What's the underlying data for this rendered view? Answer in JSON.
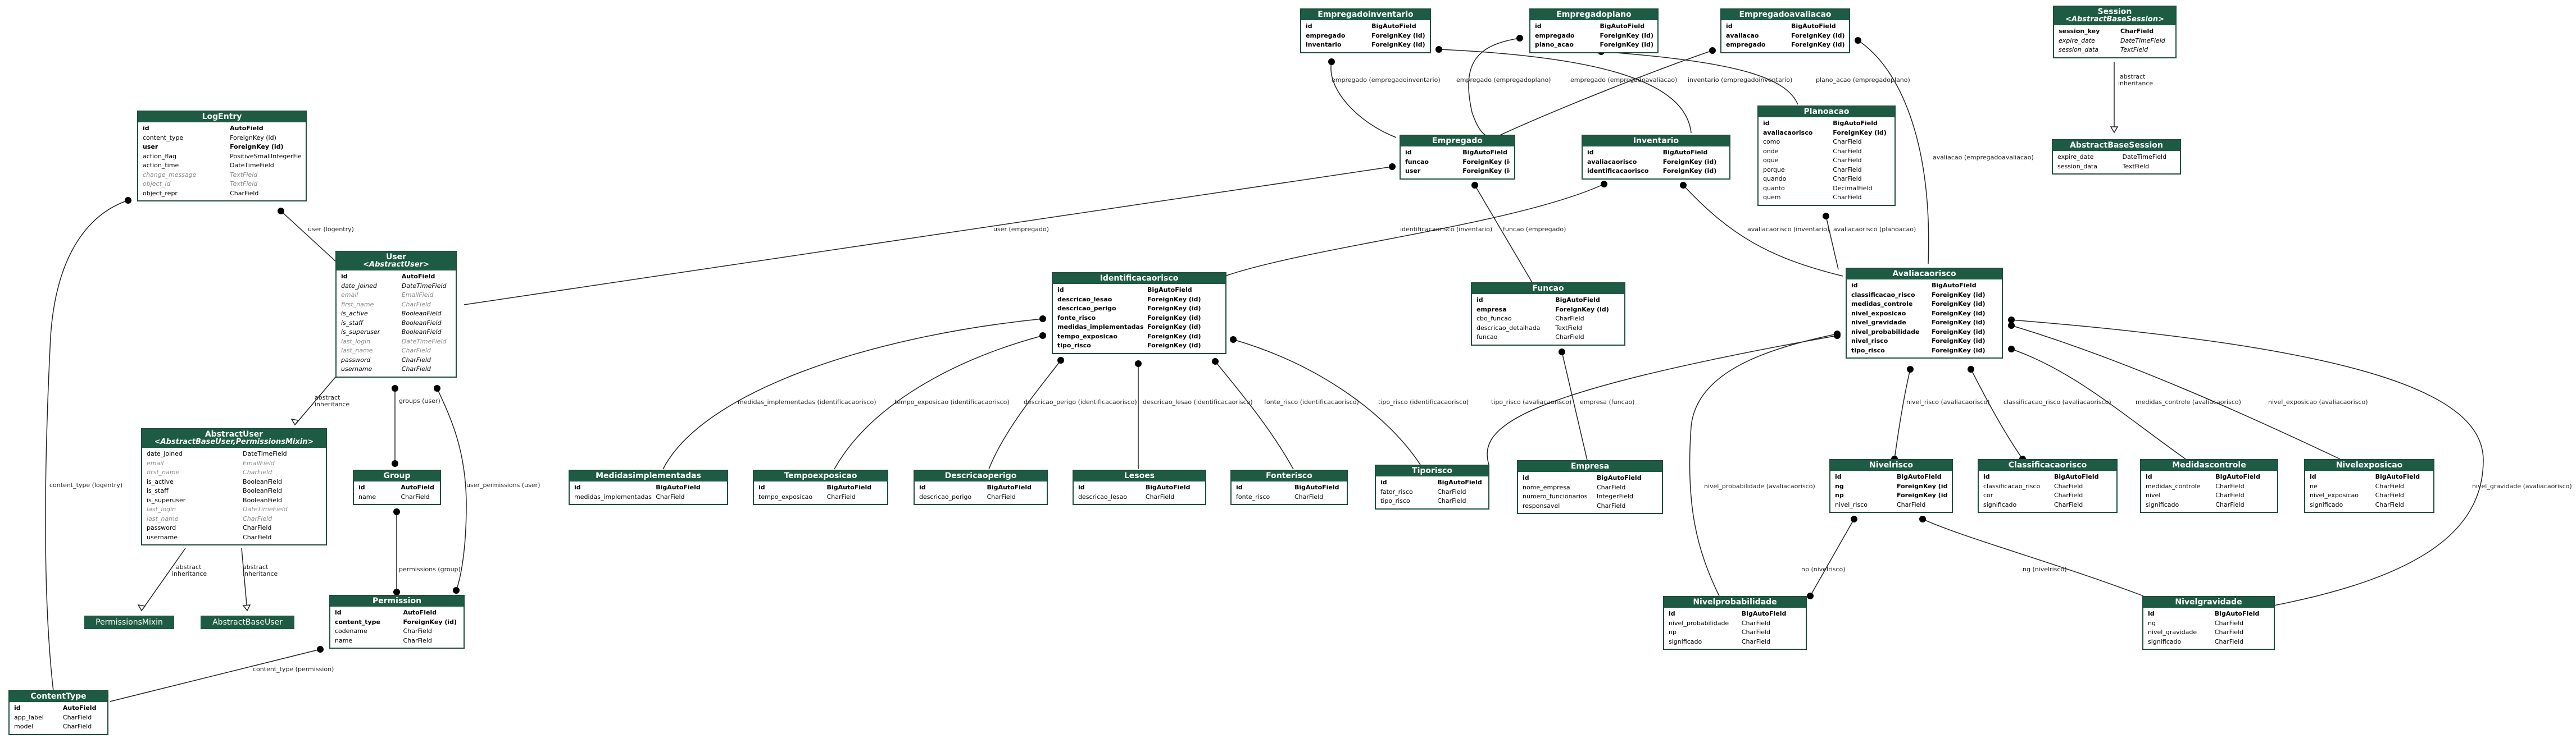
{
  "colors": {
    "header": "#1e5b44",
    "border": "#1e4e3c",
    "edge": "#222222"
  },
  "entities": {
    "logentry": {
      "title": "LogEntry",
      "fields": [
        [
          "id",
          "AutoField",
          "b"
        ],
        [
          "content_type",
          "ForeignKey (id)",
          ""
        ],
        [
          "user",
          "ForeignKey (id)",
          "b"
        ],
        [
          "action_flag",
          "PositiveSmallIntegerField",
          ""
        ],
        [
          "action_time",
          "DateTimeField",
          ""
        ],
        [
          "change_message",
          "TextField",
          "g"
        ],
        [
          "object_id",
          "TextField",
          "g"
        ],
        [
          "object_repr",
          "CharField",
          ""
        ]
      ]
    },
    "user": {
      "title": "User",
      "subtitle": "<AbstractUser>",
      "fields": [
        [
          "id",
          "AutoField",
          "b"
        ],
        [
          "date_joined",
          "DateTimeField",
          "i"
        ],
        [
          "email",
          "EmailField",
          "g"
        ],
        [
          "first_name",
          "CharField",
          "g"
        ],
        [
          "is_active",
          "BooleanField",
          "i"
        ],
        [
          "is_staff",
          "BooleanField",
          "i"
        ],
        [
          "is_superuser",
          "BooleanField",
          "i"
        ],
        [
          "last_login",
          "DateTimeField",
          "g"
        ],
        [
          "last_name",
          "CharField",
          "g"
        ],
        [
          "password",
          "CharField",
          "i"
        ],
        [
          "username",
          "CharField",
          "i"
        ]
      ]
    },
    "abstractuser": {
      "title": "AbstractUser",
      "subtitle": "<AbstractBaseUser,PermissionsMixin>",
      "fields": [
        [
          "date_joined",
          "DateTimeField",
          ""
        ],
        [
          "email",
          "EmailField",
          "g"
        ],
        [
          "first_name",
          "CharField",
          "g"
        ],
        [
          "is_active",
          "BooleanField",
          ""
        ],
        [
          "is_staff",
          "BooleanField",
          ""
        ],
        [
          "is_superuser",
          "BooleanField",
          ""
        ],
        [
          "last_login",
          "DateTimeField",
          "g"
        ],
        [
          "last_name",
          "CharField",
          "g"
        ],
        [
          "password",
          "CharField",
          ""
        ],
        [
          "username",
          "CharField",
          ""
        ]
      ]
    },
    "group": {
      "title": "Group",
      "fields": [
        [
          "id",
          "AutoField",
          "b"
        ],
        [
          "name",
          "CharField",
          ""
        ]
      ]
    },
    "permission": {
      "title": "Permission",
      "fields": [
        [
          "id",
          "AutoField",
          "b"
        ],
        [
          "content_type",
          "ForeignKey (id)",
          "b"
        ],
        [
          "codename",
          "CharField",
          ""
        ],
        [
          "name",
          "CharField",
          ""
        ]
      ]
    },
    "contenttype": {
      "title": "ContentType",
      "fields": [
        [
          "id",
          "AutoField",
          "b"
        ],
        [
          "app_label",
          "CharField",
          ""
        ],
        [
          "model",
          "CharField",
          ""
        ]
      ]
    },
    "empregadoinventario": {
      "title": "Empregadoinventario",
      "fields": [
        [
          "id",
          "BigAutoField",
          "b"
        ],
        [
          "empregado",
          "ForeignKey (id)",
          "b"
        ],
        [
          "inventario",
          "ForeignKey (id)",
          "b"
        ]
      ]
    },
    "empregadoplano": {
      "title": "Empregadoplano",
      "fields": [
        [
          "id",
          "BigAutoField",
          "b"
        ],
        [
          "empregado",
          "ForeignKey (id)",
          "b"
        ],
        [
          "plano_acao",
          "ForeignKey (id)",
          "b"
        ]
      ]
    },
    "empregadoavaliacao": {
      "title": "Empregadoavaliacao",
      "fields": [
        [
          "id",
          "BigAutoField",
          "b"
        ],
        [
          "avaliacao",
          "ForeignKey (id)",
          "b"
        ],
        [
          "empregado",
          "ForeignKey (id)",
          "b"
        ]
      ]
    },
    "session": {
      "title": "Session",
      "subtitle": "<AbstractBaseSession>",
      "fields": [
        [
          "session_key",
          "CharField",
          "b"
        ],
        [
          "expire_date",
          "DateTimeField",
          "i"
        ],
        [
          "session_data",
          "TextField",
          "i"
        ]
      ]
    },
    "abstractbasesession": {
      "title": "AbstractBaseSession",
      "fields": [
        [
          "expire_date",
          "DateTimeField",
          ""
        ],
        [
          "session_data",
          "TextField",
          ""
        ]
      ]
    },
    "empregado": {
      "title": "Empregado",
      "fields": [
        [
          "id",
          "BigAutoField",
          "b"
        ],
        [
          "funcao",
          "ForeignKey (id)",
          "b"
        ],
        [
          "user",
          "ForeignKey (id)",
          "b"
        ]
      ]
    },
    "inventario": {
      "title": "Inventario",
      "fields": [
        [
          "id",
          "BigAutoField",
          "b"
        ],
        [
          "avaliacaorisco",
          "ForeignKey (id)",
          "b"
        ],
        [
          "identificacaorisco",
          "ForeignKey (id)",
          "b"
        ]
      ]
    },
    "planoacao": {
      "title": "Planoacao",
      "fields": [
        [
          "id",
          "BigAutoField",
          "b"
        ],
        [
          "avaliacaorisco",
          "ForeignKey (id)",
          "b"
        ],
        [
          "como",
          "CharField",
          ""
        ],
        [
          "onde",
          "CharField",
          ""
        ],
        [
          "oque",
          "CharField",
          ""
        ],
        [
          "porque",
          "CharField",
          ""
        ],
        [
          "quando",
          "CharField",
          ""
        ],
        [
          "quanto",
          "DecimalField",
          ""
        ],
        [
          "quem",
          "CharField",
          ""
        ]
      ]
    },
    "identificacaorisco": {
      "title": "Identificacaorisco",
      "fields": [
        [
          "id",
          "BigAutoField",
          "b"
        ],
        [
          "descricao_lesao",
          "ForeignKey (id)",
          "b"
        ],
        [
          "descricao_perigo",
          "ForeignKey (id)",
          "b"
        ],
        [
          "fonte_risco",
          "ForeignKey (id)",
          "b"
        ],
        [
          "medidas_implementadas",
          "ForeignKey (id)",
          "b"
        ],
        [
          "tempo_exposicao",
          "ForeignKey (id)",
          "b"
        ],
        [
          "tipo_risco",
          "ForeignKey (id)",
          "b"
        ]
      ]
    },
    "funcao": {
      "title": "Funcao",
      "fields": [
        [
          "id",
          "BigAutoField",
          "b"
        ],
        [
          "empresa",
          "ForeignKey (id)",
          "b"
        ],
        [
          "cbo_funcao",
          "CharField",
          ""
        ],
        [
          "descricao_detalhada",
          "TextField",
          ""
        ],
        [
          "funcao",
          "CharField",
          ""
        ]
      ]
    },
    "avaliacaorisco": {
      "title": "Avaliacaorisco",
      "fields": [
        [
          "id",
          "BigAutoField",
          "b"
        ],
        [
          "classificacao_risco",
          "ForeignKey (id)",
          "b"
        ],
        [
          "medidas_controle",
          "ForeignKey (id)",
          "b"
        ],
        [
          "nivel_exposicao",
          "ForeignKey (id)",
          "b"
        ],
        [
          "nivel_gravidade",
          "ForeignKey (id)",
          "b"
        ],
        [
          "nivel_probabilidade",
          "ForeignKey (id)",
          "b"
        ],
        [
          "nivel_risco",
          "ForeignKey (id)",
          "b"
        ],
        [
          "tipo_risco",
          "ForeignKey (id)",
          "b"
        ]
      ]
    },
    "medidasimplementadas": {
      "title": "Medidasimplementadas",
      "fields": [
        [
          "id",
          "BigAutoField",
          "b"
        ],
        [
          "medidas_implementadas",
          "CharField",
          ""
        ]
      ]
    },
    "tempoexposicao": {
      "title": "Tempoexposicao",
      "fields": [
        [
          "id",
          "BigAutoField",
          "b"
        ],
        [
          "tempo_exposicao",
          "CharField",
          ""
        ]
      ]
    },
    "descricaoperigo": {
      "title": "Descricaoperigo",
      "fields": [
        [
          "id",
          "BigAutoField",
          "b"
        ],
        [
          "descricao_perigo",
          "CharField",
          ""
        ]
      ]
    },
    "lesoes": {
      "title": "Lesoes",
      "fields": [
        [
          "id",
          "BigAutoField",
          "b"
        ],
        [
          "descricao_lesao",
          "CharField",
          ""
        ]
      ]
    },
    "fonterisco": {
      "title": "Fonterisco",
      "fields": [
        [
          "id",
          "BigAutoField",
          "b"
        ],
        [
          "fonte_risco",
          "CharField",
          ""
        ]
      ]
    },
    "tiporisco": {
      "title": "Tiporisco",
      "fields": [
        [
          "id",
          "BigAutoField",
          "b"
        ],
        [
          "fator_risco",
          "CharField",
          ""
        ],
        [
          "tipo_risco",
          "CharField",
          ""
        ]
      ]
    },
    "empresa": {
      "title": "Empresa",
      "fields": [
        [
          "id",
          "BigAutoField",
          "b"
        ],
        [
          "nome_empresa",
          "CharField",
          ""
        ],
        [
          "numero_funcionarios",
          "IntegerField",
          ""
        ],
        [
          "responsavel",
          "CharField",
          ""
        ]
      ]
    },
    "nivelrisco": {
      "title": "Nivelrisco",
      "fields": [
        [
          "id",
          "BigAutoField",
          "b"
        ],
        [
          "ng",
          "ForeignKey (id)",
          "b"
        ],
        [
          "np",
          "ForeignKey (id)",
          "b"
        ],
        [
          "nivel_risco",
          "CharField",
          ""
        ]
      ]
    },
    "classificacaorisco": {
      "title": "Classificacaorisco",
      "fields": [
        [
          "id",
          "BigAutoField",
          "b"
        ],
        [
          "classificacao_risco",
          "CharField",
          ""
        ],
        [
          "cor",
          "CharField",
          ""
        ],
        [
          "significado",
          "CharField",
          ""
        ]
      ]
    },
    "medidascontrole": {
      "title": "Medidascontrole",
      "fields": [
        [
          "id",
          "BigAutoField",
          "b"
        ],
        [
          "medidas_controle",
          "CharField",
          ""
        ],
        [
          "nivel",
          "CharField",
          ""
        ],
        [
          "significado",
          "CharField",
          ""
        ]
      ]
    },
    "nivelexposicao": {
      "title": "Nivelexposicao",
      "fields": [
        [
          "id",
          "BigAutoField",
          "b"
        ],
        [
          "ne",
          "CharField",
          ""
        ],
        [
          "nivel_exposicao",
          "CharField",
          ""
        ],
        [
          "significado",
          "CharField",
          ""
        ]
      ]
    },
    "nivelprobabilidade": {
      "title": "Nivelprobabilidade",
      "fields": [
        [
          "id",
          "BigAutoField",
          "b"
        ],
        [
          "nivel_probabilidade",
          "CharField",
          ""
        ],
        [
          "np",
          "CharField",
          ""
        ],
        [
          "significado",
          "CharField",
          ""
        ]
      ]
    },
    "nivelgravidade": {
      "title": "Nivelgravidade",
      "fields": [
        [
          "id",
          "BigAutoField",
          "b"
        ],
        [
          "ng",
          "CharField",
          ""
        ],
        [
          "nivel_gravidade",
          "CharField",
          ""
        ],
        [
          "significado",
          "CharField",
          ""
        ]
      ]
    }
  },
  "mixins": {
    "permissionsmixin": "PermissionsMixin",
    "abstractbaseuser": "AbstractBaseUser"
  },
  "edge_labels": {
    "user_logentry": "user (logentry)",
    "content_type_logentry": "content_type (logentry)",
    "user_empregado": "user (empregado)",
    "groups_user": "groups (user)",
    "user_permissions_user": "user_permissions (user)",
    "permissions_group": "permissions (group)",
    "content_type_permission": "content_type (permission)",
    "abstract_inheritance": "abstract\ninheritance",
    "empregado_empregadoinventario": "empregado (empregadoinventario)",
    "empregado_empregadoplano": "empregado (empregadoplano)",
    "empregado_empregadoavaliacao": "empregado (empregadoavaliacao)",
    "inventario_empregadoinventario": "inventario (empregadoinventario)",
    "plano_acao_empregadoplano": "plano_acao (empregadoplano)",
    "avaliacao_empregadoavaliacao": "avaliacao (empregadoavaliacao)",
    "identificacaorisco_inventario": "identificacaorisco (inventario)",
    "funcao_empregado": "funcao (empregado)",
    "avaliacaorisco_inventario": "avaliacaorisco (inventario)",
    "avaliacaorisco_planoacao": "avaliacaorisco (planoacao)",
    "medidas_implementadas_identificacaorisco": "medidas_implementadas (identificacaorisco)",
    "tempo_exposicao_identificacaorisco": "tempo_exposicao (identificacaorisco)",
    "descricao_perigo_identificacaorisco": "descricao_perigo (identificacaorisco)",
    "descricao_lesao_identificacaorisco": "descricao_lesao (identificacaorisco)",
    "fonte_risco_identificacaorisco": "fonte_risco (identificacaorisco)",
    "tipo_risco_identificacaorisco": "tipo_risco (identificacaorisco)",
    "tipo_risco_avaliacaorisco": "tipo_risco (avaliacaorisco)",
    "empresa_funcao": "empresa (funcao)",
    "nivel_risco_avaliacaorisco": "nivel_risco (avaliacaorisco)",
    "classificacao_risco_avaliacaorisco": "classificacao_risco (avaliacaorisco)",
    "medidas_controle_avaliacaorisco": "medidas_controle (avaliacaorisco)",
    "nivel_exposicao_avaliacaorisco": "nivel_exposicao (avaliacaorisco)",
    "nivel_probabilidade_avaliacaorisco": "nivel_probabilidade (avaliacaorisco)",
    "nivel_gravidade_avaliacaorisco": "nivel_gravidade (avaliacaorisco)",
    "np_nivelrisco": "np (nivelrisco)",
    "ng_nivelrisco": "ng (nivelrisco)"
  }
}
